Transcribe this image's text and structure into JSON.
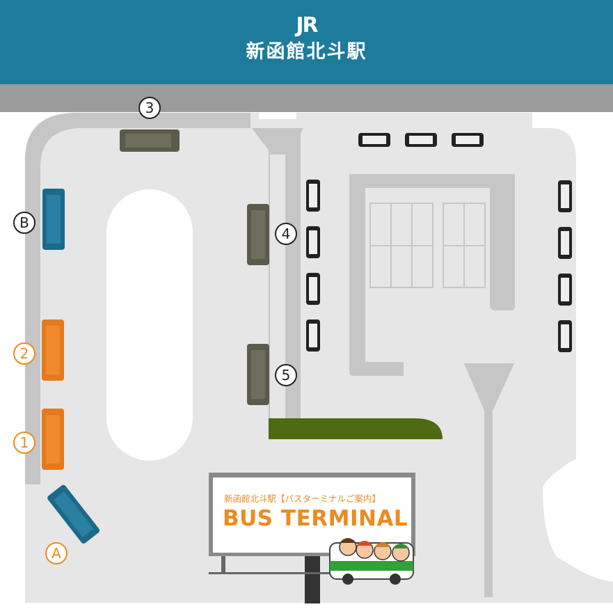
{
  "header": {
    "logo_text": "JR",
    "station_name": "新函館北斗駅"
  },
  "bus_stops": [
    {
      "id": "stop-1",
      "label": "1",
      "type": "numbered",
      "color": "#ee8a1e"
    },
    {
      "id": "stop-2",
      "label": "2",
      "type": "numbered",
      "color": "#ee8a1e"
    },
    {
      "id": "stop-3",
      "label": "3",
      "type": "numbered",
      "color": "#222222"
    },
    {
      "id": "stop-4",
      "label": "4",
      "type": "numbered",
      "color": "#222222"
    },
    {
      "id": "stop-5",
      "label": "5",
      "type": "numbered",
      "color": "#222222"
    },
    {
      "id": "stop-a",
      "label": "A",
      "type": "lettered",
      "color": "#ee8a1e"
    },
    {
      "id": "stop-b",
      "label": "B",
      "type": "lettered",
      "color": "#222222"
    }
  ],
  "billboard": {
    "subtitle": "新函館北斗駅【バスターミナルご案内】",
    "title": "BUS TERMINAL"
  },
  "colors": {
    "header": "#1d7b9c",
    "road": "#e6e6e6",
    "road_edge": "#c6c6c6",
    "island": "#ffffff",
    "green_strip": "#4e6a12",
    "bus_orange": "#e37a1d",
    "bus_blue": "#1b6a8a",
    "bus_olive": "#5a5b4a",
    "accent_orange": "#ee8a1e"
  }
}
